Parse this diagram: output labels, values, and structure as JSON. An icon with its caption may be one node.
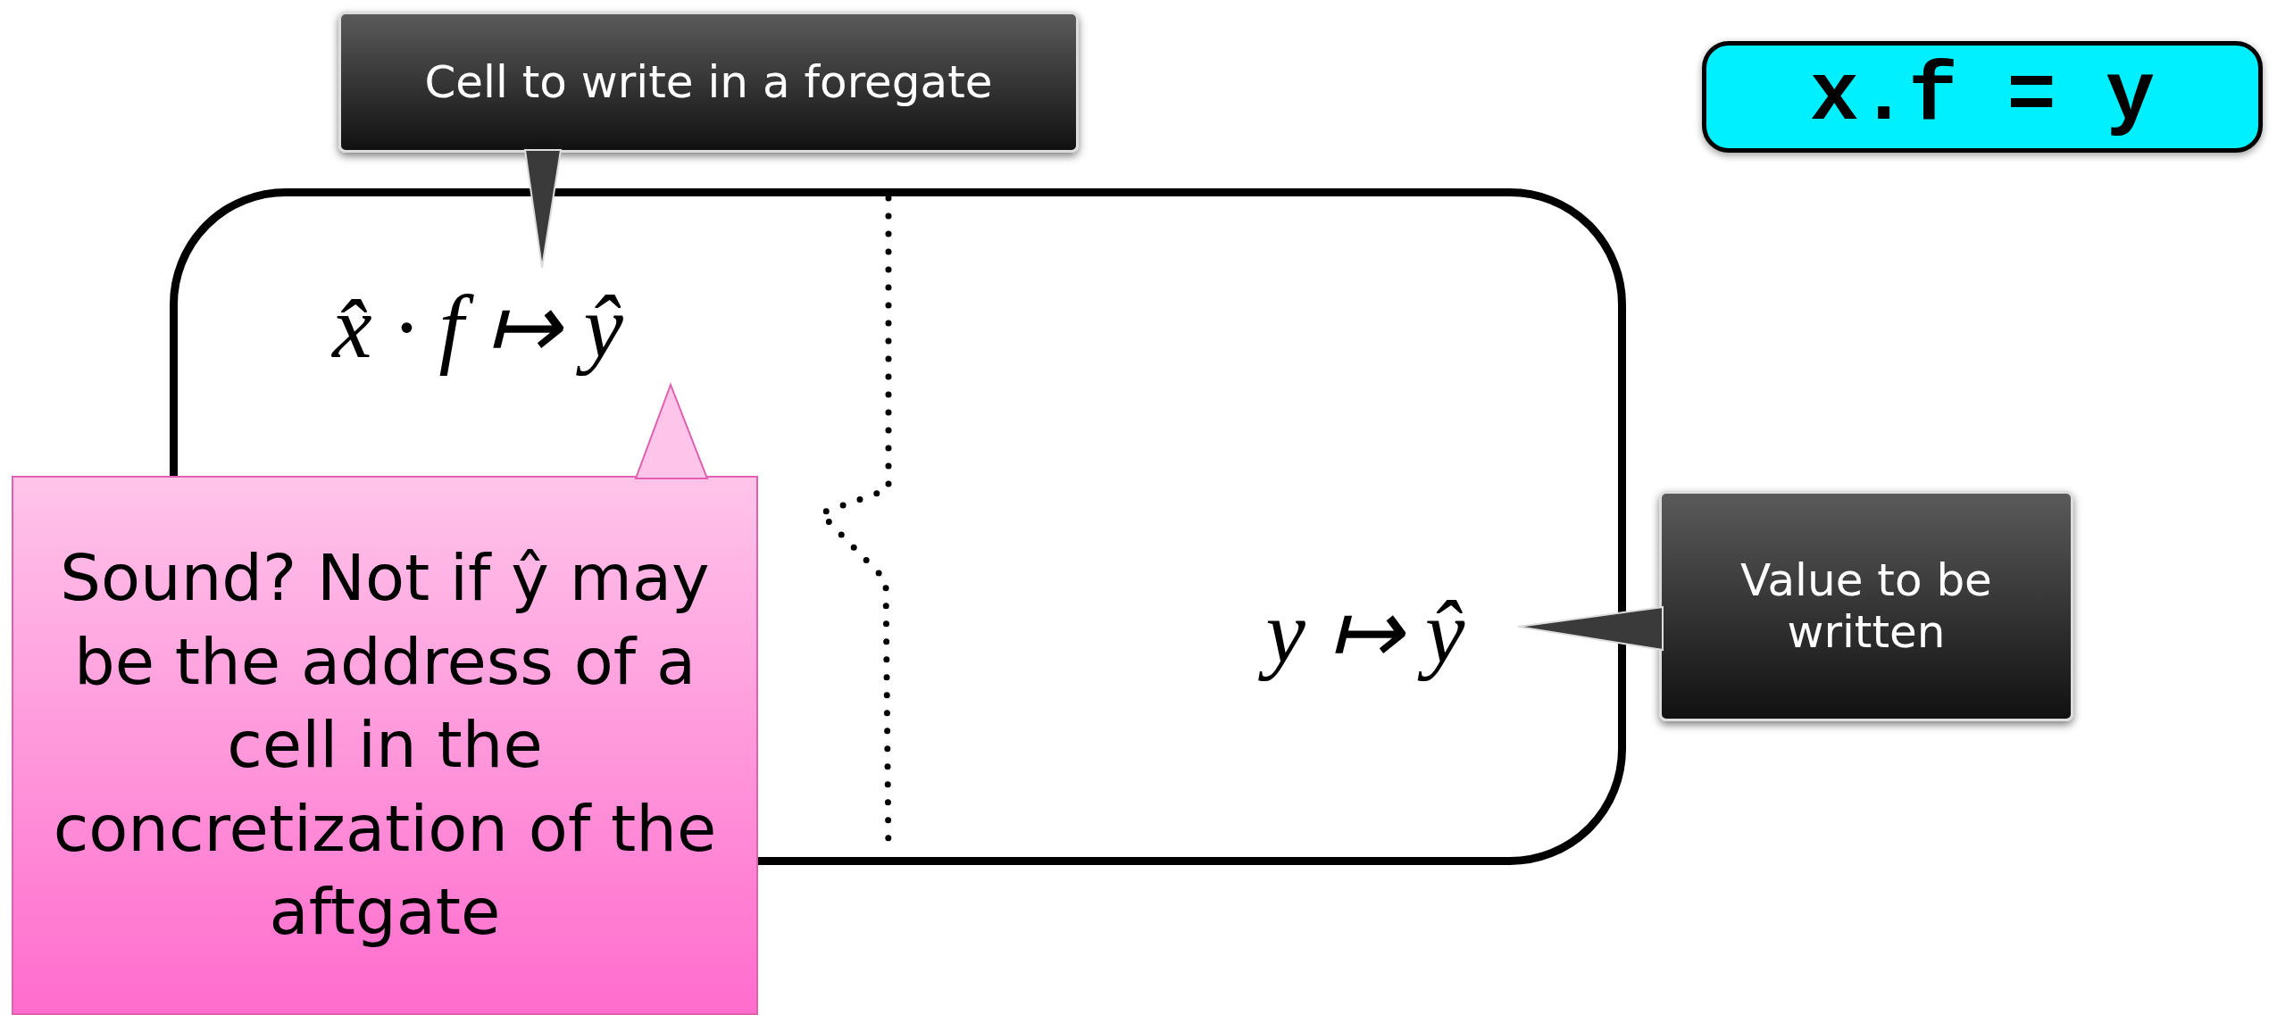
{
  "diagram": {
    "nodes": [
      {
        "text": [
          "x.f = y"
        ]
      },
      {
        "text": [],
        "shape": "box"
      },
      {
        "text": [
          "x̂ · f ↦ ŷ"
        ],
        "in": 1
      },
      {
        "text": [
          "y ↦ ŷ"
        ],
        "in": 1
      },
      {
        "text": [
          "Cell to write in a foregate"
        ]
      },
      {
        "text": [
          "Sound? Not if ŷ may be the address of a cell in the concretization of the aftgate"
        ]
      },
      {
        "text": [
          "Value to be written"
        ]
      }
    ],
    "edges": [
      {
        "from": 4,
        "to": 2,
        "arrow": "to"
      },
      {
        "from": 5,
        "to": 2,
        "arrow": "to"
      },
      {
        "from": 6,
        "to": 3,
        "arrow": "to"
      }
    ]
  }
}
